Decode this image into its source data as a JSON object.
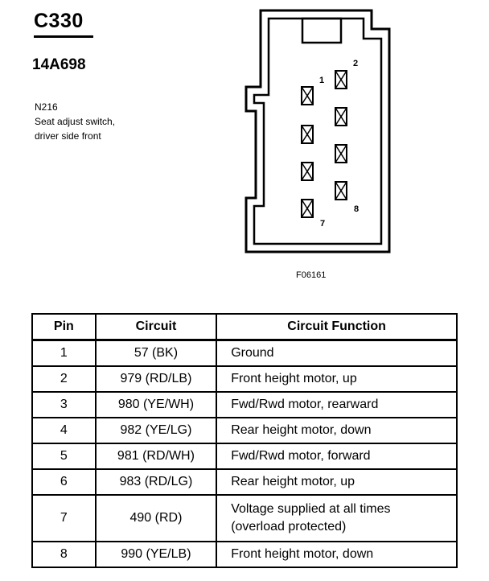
{
  "header": {
    "connector_code": "C330",
    "part_number": "14A698",
    "ref_code": "N216",
    "description_line1": "Seat adjust switch,",
    "description_line2": "driver side front"
  },
  "diagram": {
    "pin_labels": {
      "p1": "1",
      "p2": "2",
      "p7": "7",
      "p8": "8"
    },
    "figure_id": "F06161"
  },
  "table": {
    "headers": {
      "pin": "Pin",
      "circuit": "Circuit",
      "function": "Circuit Function"
    },
    "rows": [
      {
        "pin": "1",
        "circuit": "57 (BK)",
        "function": "Ground"
      },
      {
        "pin": "2",
        "circuit": "979 (RD/LB)",
        "function": "Front height motor, up"
      },
      {
        "pin": "3",
        "circuit": "980 (YE/WH)",
        "function": "Fwd/Rwd motor, rearward"
      },
      {
        "pin": "4",
        "circuit": "982 (YE/LG)",
        "function": "Rear height motor, down"
      },
      {
        "pin": "5",
        "circuit": "981 (RD/WH)",
        "function": "Fwd/Rwd motor, forward"
      },
      {
        "pin": "6",
        "circuit": "983 (RD/LG)",
        "function": "Rear height motor, up"
      },
      {
        "pin": "7",
        "circuit": "490 (RD)",
        "function": "Voltage supplied at all times",
        "function_line2": "(overload protected)"
      },
      {
        "pin": "8",
        "circuit": "990 (YE/LB)",
        "function": "Front height motor, down"
      }
    ]
  }
}
